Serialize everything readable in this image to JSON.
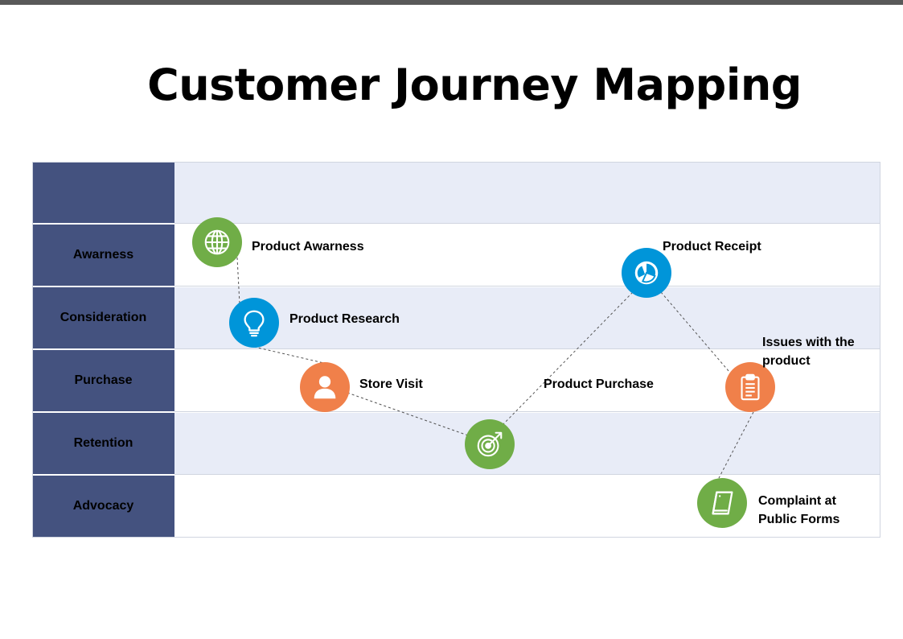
{
  "title": "Customer Journey Mapping",
  "rows": [
    {
      "label": ""
    },
    {
      "label": "Awarness"
    },
    {
      "label": "Consideration"
    },
    {
      "label": "Purchase"
    },
    {
      "label": "Retention"
    },
    {
      "label": "Advocacy"
    }
  ],
  "steps": [
    {
      "label": "Product Awarness",
      "icon": "globe-icon",
      "color": "#70ad47"
    },
    {
      "label": "Product Research",
      "icon": "lightbulb-icon",
      "color": "#0095d9"
    },
    {
      "label": "Store Visit",
      "icon": "person-icon",
      "color": "#f0804a"
    },
    {
      "label": "Product Purchase",
      "icon": "target-icon",
      "color": "#70ad47"
    },
    {
      "label": "Product Receipt",
      "icon": "pie-chart-icon",
      "color": "#0095d9"
    },
    {
      "label_line1": "Issues with the",
      "label_line2": "product",
      "icon": "clipboard-icon",
      "color": "#f0804a"
    },
    {
      "label_line1": "Complaint at",
      "label_line2": "Public Forms",
      "icon": "notebook-icon",
      "color": "#70ad47"
    }
  ],
  "colors": {
    "label_column": "#44527f",
    "row_alt": "#e8ecf7",
    "row_plain": "#ffffff"
  }
}
